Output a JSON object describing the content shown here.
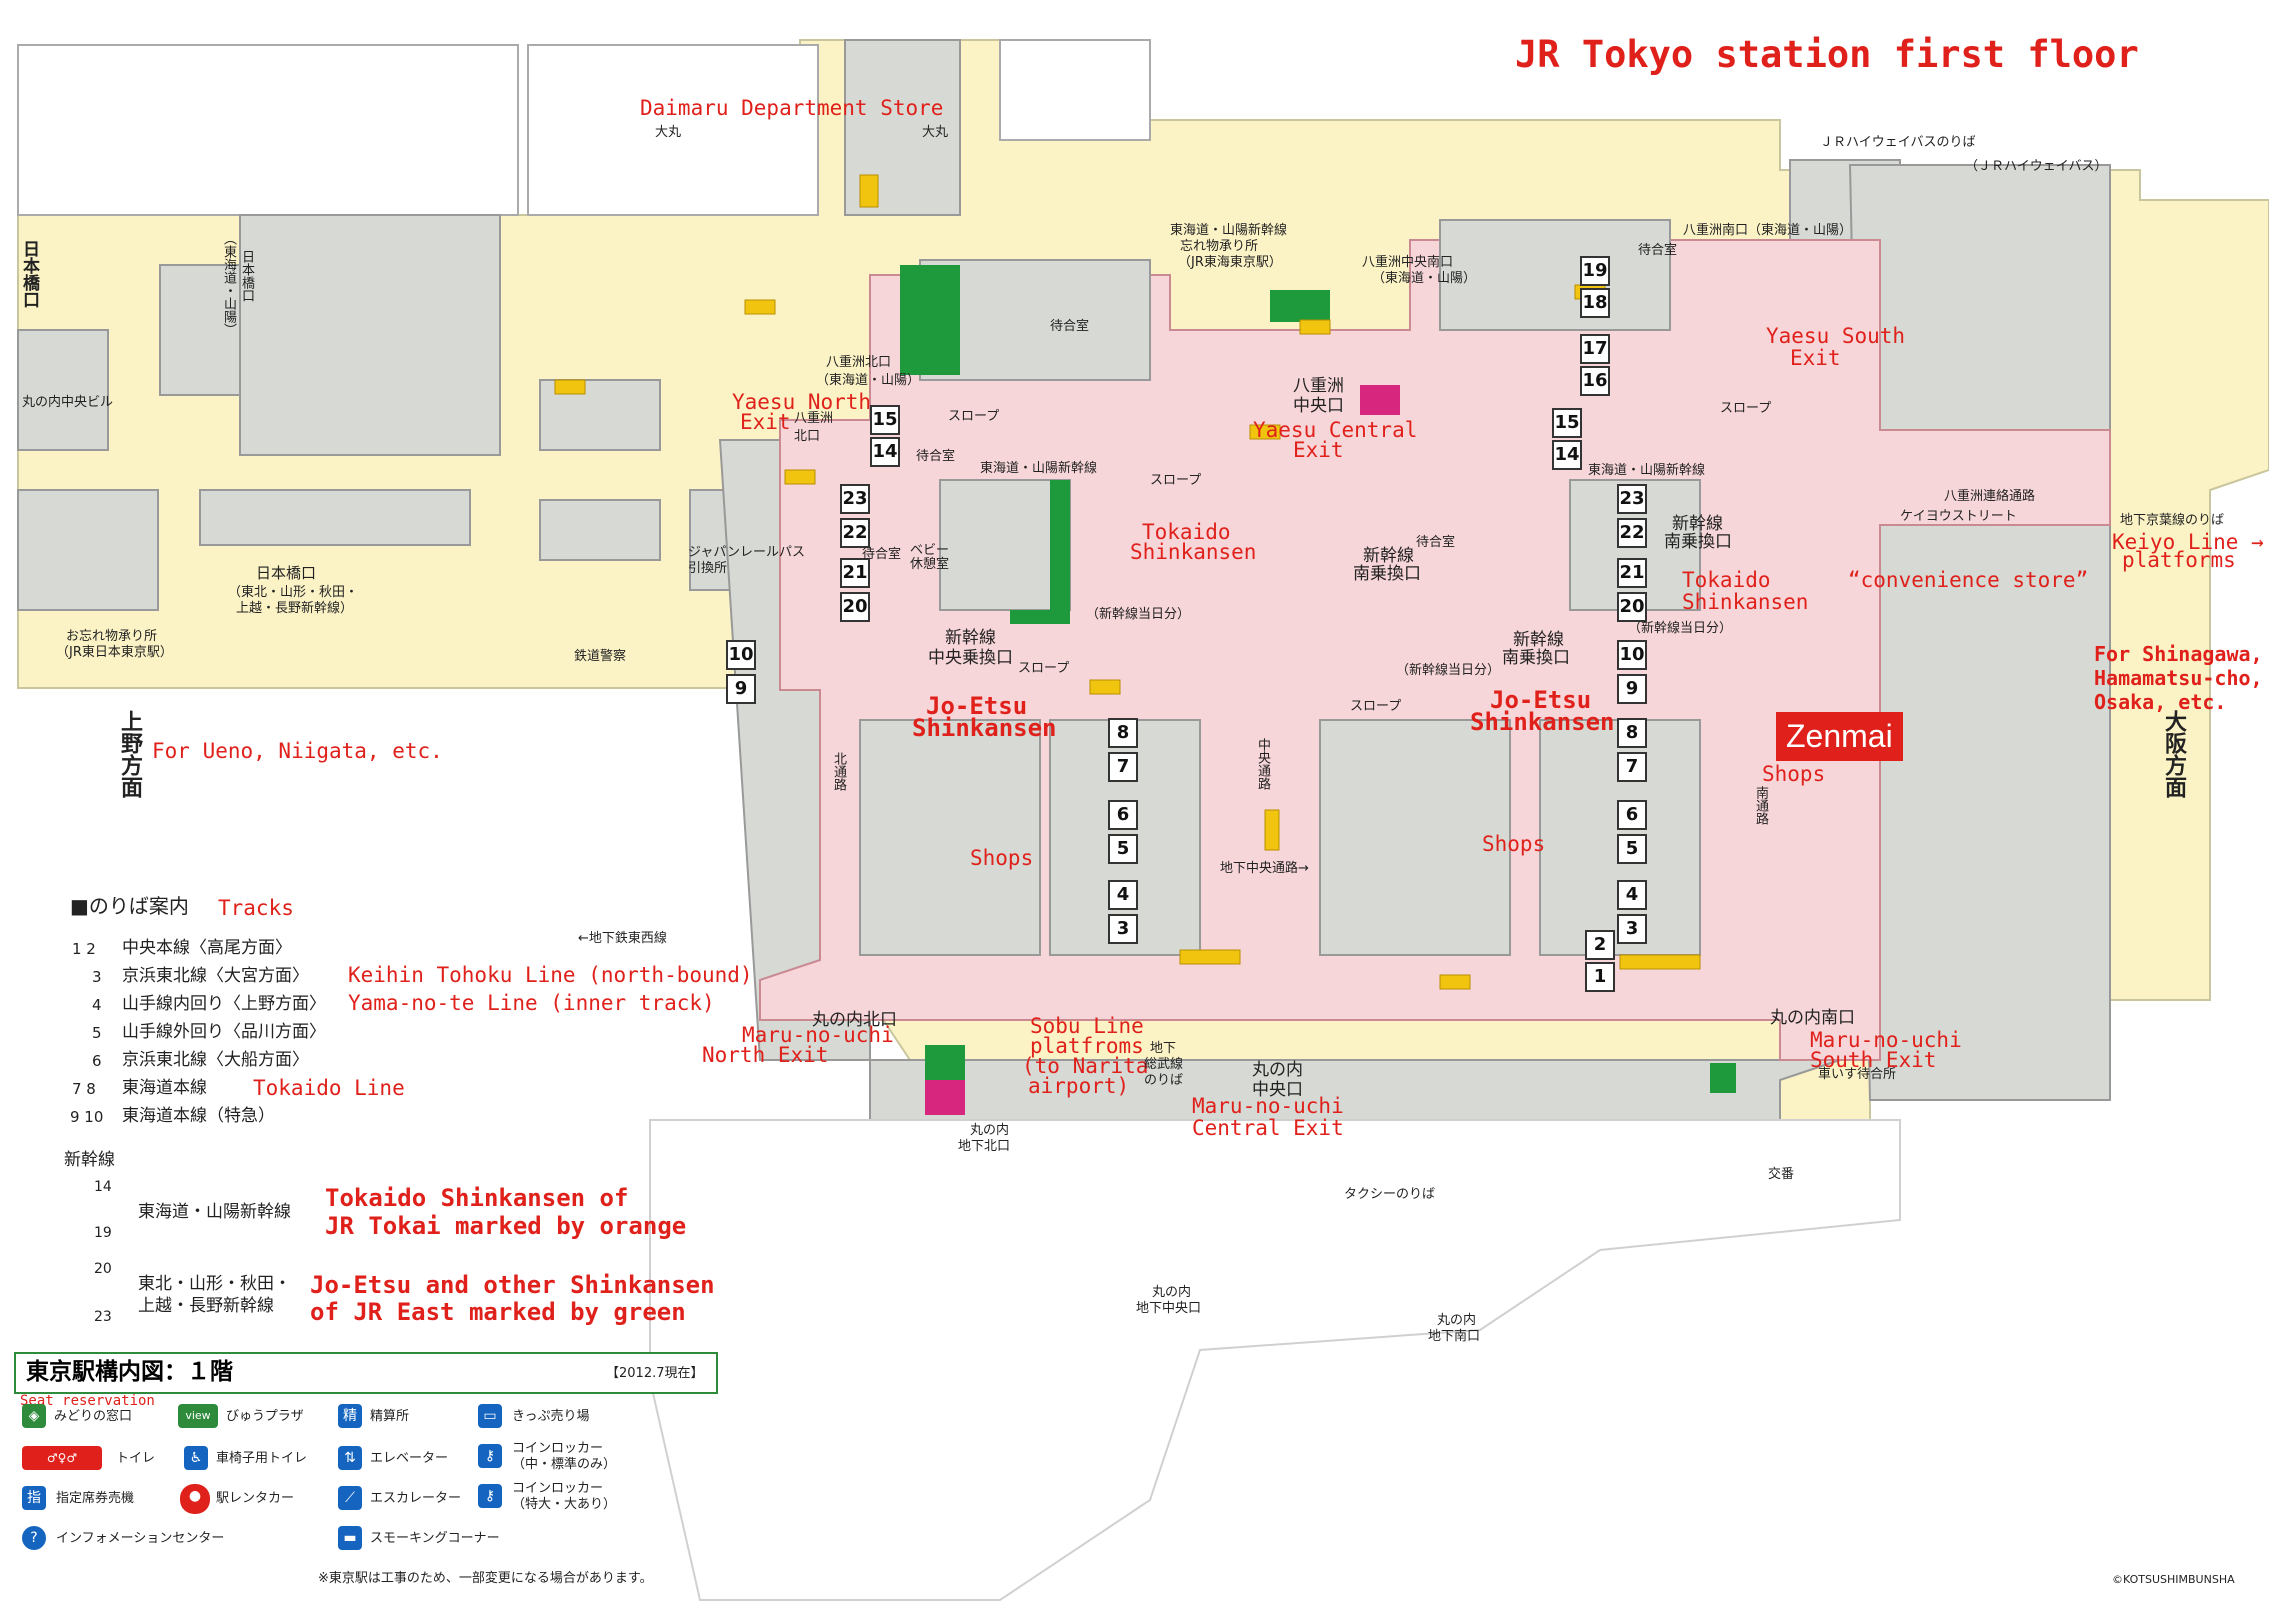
{
  "title": "JR Tokyo station first floor",
  "map": {
    "labels_en": {
      "daimaru": "Daimaru Department Store",
      "yaesu_north_exit_1": "Yaesu North",
      "yaesu_north_exit_2": "Exit",
      "yaesu_central_exit_1": "Yaesu Central",
      "yaesu_central_exit_2": "Exit",
      "yaesu_south_exit_1": "Yaesu South",
      "yaesu_south_exit_2": "Exit",
      "tokaido_shinkansen_mid_1": "Tokaido",
      "tokaido_shinkansen_mid_2": "Shinkansen",
      "tokaido_shinkansen_right_1": "Tokaido",
      "tokaido_shinkansen_right_2": "Shinkansen",
      "convenience_store": "“convenience store”",
      "keiyo_line_1": "Keiyo Line →",
      "keiyo_line_2": "platforms",
      "for_shinagawa_1": "For Shinagawa,",
      "for_shinagawa_2": "Hamamatsu-cho,",
      "for_shinagawa_3": "Osaka, etc.",
      "zenmai": "Zenmai",
      "shops_right": "Shops",
      "shops_center": "Shops",
      "shops_left": "Shops",
      "joetsu_left_1": "Jo-Etsu",
      "joetsu_left_2": "Shinkansen",
      "joetsu_right_1": "Jo-Etsu",
      "joetsu_right_2": "Shinkansen",
      "for_ueno": "For Ueno, Niigata, etc.",
      "tracks": "Tracks",
      "keihin_tohoku": "Keihin Tohoku Line (north-bound)",
      "yamanote": "Yama-no-te Line (inner track)",
      "tokaido_line": "Tokaido Line",
      "marunouchi_north_1": "Maru-no-uchi",
      "marunouchi_north_2": "North Exit",
      "sobu_1": "Sobu Line",
      "sobu_2": "platfroms",
      "sobu_3": "(to Narita",
      "sobu_4": "airport)",
      "marunouchi_central_1": "Maru-no-uchi",
      "marunouchi_central_2": "Central Exit",
      "marunouchi_south_1": "Maru-no-uchi",
      "marunouchi_south_2": "South Exit",
      "tokaido_shinkansen_legend_1": "Tokaido Shinkansen of",
      "tokaido_shinkansen_legend_2": "JR Tokai marked by orange",
      "joetsu_legend_1": "Jo-Etsu and other Shinkansen",
      "joetsu_legend_2": "of JR East marked by green",
      "seat_reservation": "Seat reservation"
    },
    "labels_jp": {
      "daimaru_l": "大丸",
      "daimaru_r": "大丸",
      "jr_highway_bus": "ＪＲハイウェイバスのりば",
      "jr_highway_bus_2": "（ＪＲハイウェイバス）",
      "nihonbashi_v": "日本橋口",
      "nihonbashi_gate_v": "日本橋口",
      "nihonbashi_sub_v": "（東海道・山陽）",
      "marunouchi_center_bldg": "丸の内中央ビル",
      "nihonbashi_exit": "日本橋口",
      "nihonbashi_exit_sub1": "（東北・山形・秋田・",
      "nihonbashi_exit_sub2": "上越・長野新幹線）",
      "lost_found": "お忘れ物承り所",
      "lost_found_sub": "（JR東日本東京駅）",
      "railway_police": "鉄道警察",
      "ueno_direction": "上野方面",
      "osaka_direction": "大阪方面",
      "yaesu_north_gate": "八重洲北口",
      "yaesu_north_gate_sub": "（東海道・山陽）",
      "yaesu_north_gate_2": "八重洲",
      "yaesu_north_gate_3": "北口",
      "yaesu_central_gate_1": "八重洲",
      "yaesu_central_gate_2": "中央口",
      "yaesu_central_south": "八重洲中央南口",
      "yaesu_central_south_sub": "（東海道・山陽）",
      "yaesu_south_gate": "八重洲南口（東海道・山陽）",
      "waiting_room_a": "待合室",
      "waiting_room_b": "待合室",
      "waiting_room_c": "待合室",
      "waiting_room_d": "待合室",
      "waiting_room_e": "待合室",
      "slope_a": "スロープ",
      "slope_b": "スロープ",
      "slope_c": "スロープ",
      "slope_d": "スロープ",
      "slope_e": "スロープ",
      "tokaido_sanyo_a": "東海道・山陽新幹線",
      "tokaido_sanyo_b": "東海道・山陽新幹線",
      "lost_found_tokai_1": "東海道・山陽新幹線",
      "lost_found_tokai_2": "忘れ物承り所",
      "lost_found_tokai_3": "（JR東海東京駅）",
      "yaesu_renraku": "八重洲連絡通路",
      "keiyo_street": "ケイヨウストリート",
      "chika_keiyo": "地下京葉線のりば",
      "japan_rail_pass": "ジャパンレールパス",
      "japan_rail_pass_2": "引換所",
      "baby_room": "ベビー",
      "baby_room_2": "休憩室",
      "shinkansen_transfer_c": "新幹線",
      "shinkansen_transfer_c2": "中央乗換口",
      "shinkansen_transfer_s": "新幹線",
      "shinkansen_transfer_s2": "南乗換口",
      "shinkansen_transfer_s3": "新幹線",
      "shinkansen_transfer_s4": "南乗換口",
      "day_ticket_a": "（新幹線当日分）",
      "day_ticket_b": "（新幹線当日分）",
      "day_ticket_c": "（新幹線当日分）",
      "north_passage": "北通路",
      "south_passage": "南通路",
      "central_passage": "中央通路",
      "underground_central": "地下中央通路→",
      "underground_tozai": "←地下鉄東西線",
      "marunouchi_north_gate": "丸の内北口",
      "marunouchi_south_gate": "丸の内南口",
      "marunouchi_central_gate_1": "丸の内",
      "marunouchi_central_gate_2": "中央口",
      "marunouchi_underground_n1": "丸の内",
      "marunouchi_underground_n2": "地下北口",
      "marunouchi_underground_c1": "丸の内",
      "marunouchi_underground_c2": "地下中央口",
      "marunouchi_underground_s1": "丸の内",
      "marunouchi_underground_s2": "地下南口",
      "chika_sobu_1": "地下",
      "chika_sobu_2": "総武線",
      "chika_sobu_3": "のりば",
      "taxi": "タクシーのりば",
      "koban": "交番",
      "wheelchair_waiting": "車いす待合所"
    },
    "track_numbers": [
      "19",
      "18",
      "17",
      "16",
      "15",
      "14",
      "23",
      "22",
      "21",
      "20",
      "15",
      "14",
      "23",
      "22",
      "21",
      "20",
      "10",
      "9",
      "10",
      "9",
      "8",
      "7",
      "6",
      "5",
      "4",
      "3",
      "8",
      "7",
      "6",
      "5",
      "4",
      "3",
      "2",
      "1"
    ]
  },
  "track_guide": {
    "heading": "■のりば案内",
    "rows": [
      {
        "num": "1 2",
        "text": "中央本線〈高尾方面〉"
      },
      {
        "num": "3",
        "text": "京浜東北線〈大宮方面〉"
      },
      {
        "num": "4",
        "text": "山手線内回り〈上野方面〉"
      },
      {
        "num": "5",
        "text": "山手線外回り〈品川方面〉"
      },
      {
        "num": "6",
        "text": "京浜東北線〈大船方面〉"
      },
      {
        "num": "7 8",
        "text": "東海道本線"
      },
      {
        "num": "9 10",
        "text": "東海道本線（特急）"
      }
    ],
    "shinkansen_heading": "新幹線",
    "shin_rows": [
      {
        "top": "14",
        "bottom": "19",
        "text": "東海道・山陽新幹線"
      },
      {
        "top": "20",
        "bottom": "23",
        "text1": "東北・山形・秋田・",
        "text2": "上越・長野新幹線"
      }
    ]
  },
  "legend": {
    "title": "東京駅構内図：１階",
    "date": "【2012.7現在】",
    "items": [
      {
        "icon": "ticket-office-icon",
        "label": "みどりの窓口",
        "color": "#2e8b3c"
      },
      {
        "icon": "view-plaza-icon",
        "label": "びゅうプラザ",
        "color": "#2e8b3c"
      },
      {
        "icon": "fare-adjust-icon",
        "label": "精算所",
        "color": "#1565c0"
      },
      {
        "icon": "ticket-machine-icon",
        "label": "きっぷ売り場",
        "color": "#1565c0"
      },
      {
        "icon": "toilet-icon",
        "label": "トイレ",
        "color": "#e0211b"
      },
      {
        "icon": "wheelchair-toilet-icon",
        "label": "車椅子用トイレ",
        "color": "#1565c0"
      },
      {
        "icon": "elevator-icon",
        "label": "エレベーター",
        "color": "#1565c0"
      },
      {
        "icon": "locker-icon",
        "label1": "コインロッカー",
        "label2": "（中・標準のみ）",
        "color": "#1565c0"
      },
      {
        "icon": "reserved-seat-icon",
        "label": "指定席券売機",
        "color": "#1565c0"
      },
      {
        "icon": "rent-a-car-icon",
        "label": "駅レンタカー",
        "color": "#e0211b"
      },
      {
        "icon": "escalator-icon",
        "label": "エスカレーター",
        "color": "#1565c0"
      },
      {
        "icon": "locker-large-icon",
        "label1": "コインロッカー",
        "label2": "（特大・大あり）",
        "color": "#1565c0"
      },
      {
        "icon": "info-icon",
        "label": "インフォメーションセンター",
        "color": "#1565c0"
      },
      {
        "icon": "smoking-icon",
        "label": "スモーキングコーナー",
        "color": "#1565c0"
      }
    ],
    "note": "※東京駅は工事のため、一部変更になる場合があります。",
    "copyright": "©KOTSUSHIMBUNSHA",
    "icon_glyphs": {
      "reserved": "指",
      "fare": "精"
    }
  },
  "colors": {
    "concourse": "#f7d6d9",
    "building": "#d6d9d4",
    "street": "#fbf3c6",
    "accent_red": "#e0211b",
    "icon_blue": "#1565c0",
    "green": "#2e8b3c",
    "orange_marker": "#f5a623"
  }
}
